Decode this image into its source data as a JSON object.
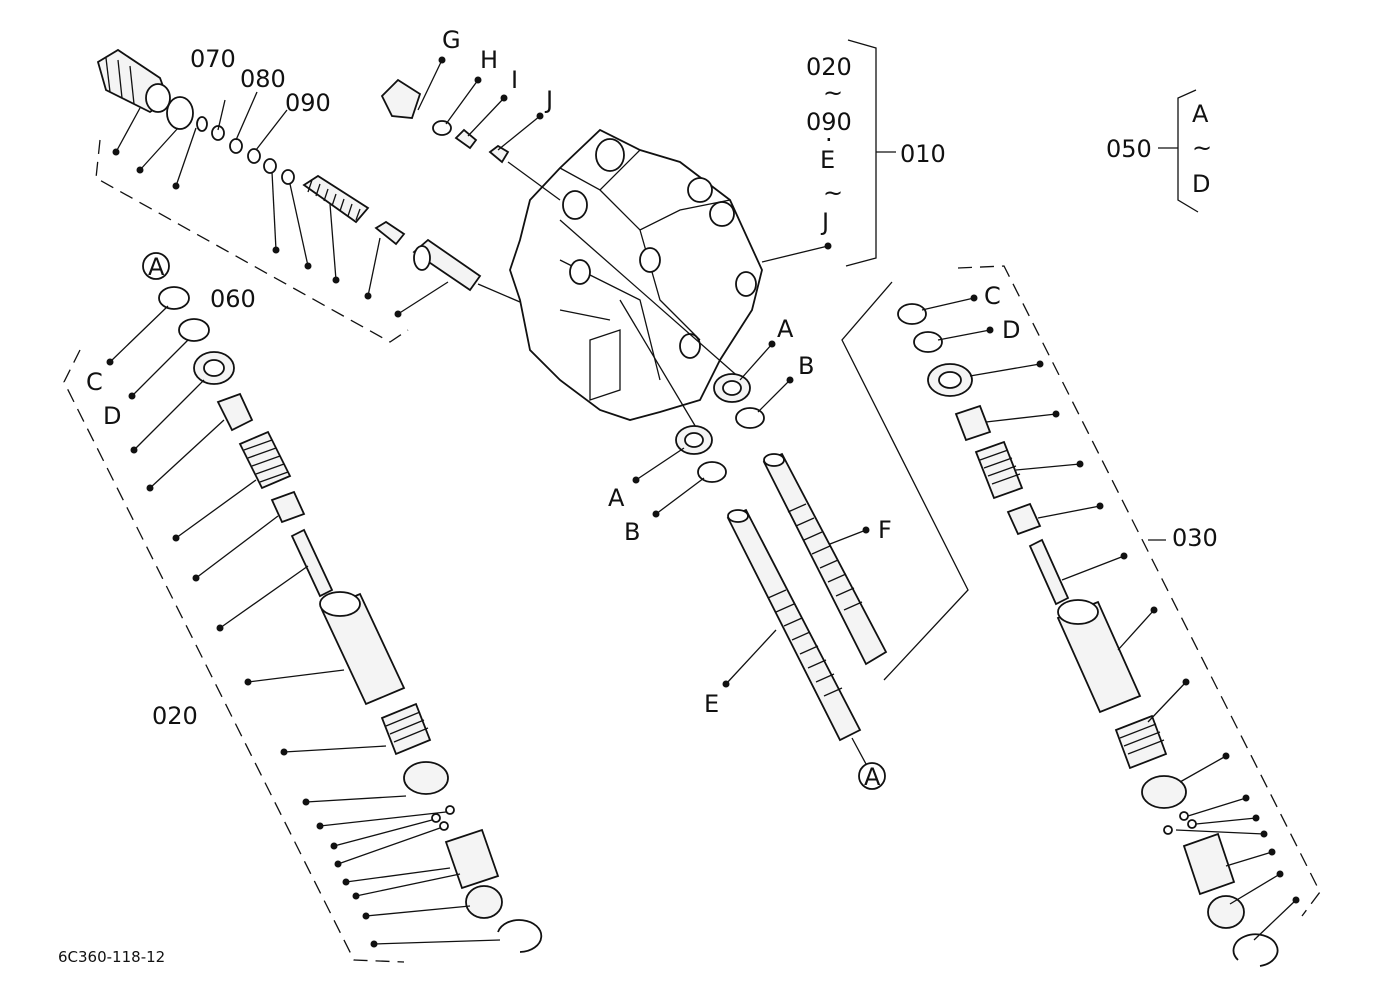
{
  "labels": {
    "g": "G",
    "h": "H",
    "i": "I",
    "j": "J",
    "p070": "070",
    "p080": "080",
    "p090": "090",
    "p060": "060",
    "p010": "010",
    "grp_top_a": "020",
    "grp_top_tilde1": "~",
    "grp_top_b": "090",
    "grp_top_dot": "·",
    "grp_top_c": "E",
    "grp_top_tilde2": "~",
    "grp_top_d": "J",
    "p050": "050",
    "grp050_a": "A",
    "grp050_tilde": "~",
    "grp050_d": "D",
    "left_circA": "A",
    "left_c": "C",
    "left_d": "D",
    "p020": "020",
    "mid_a1": "A",
    "mid_b1": "B",
    "mid_a2": "A",
    "mid_b2": "B",
    "mid_f": "F",
    "mid_e": "E",
    "mid_circA": "A",
    "right_c": "C",
    "right_d": "D",
    "p030": "030"
  },
  "footer": {
    "drawing_code": "6C360-118-12"
  }
}
